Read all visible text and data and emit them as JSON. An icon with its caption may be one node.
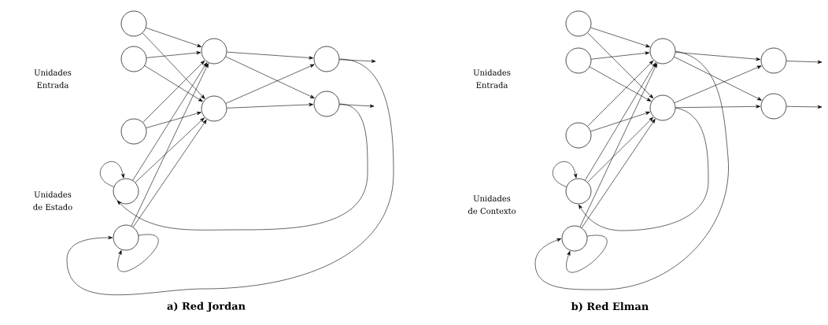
{
  "diagram": {
    "nodes": [
      {
        "text": [],
        "shape": "circle"
      },
      {
        "text": [],
        "shape": "circle"
      },
      {
        "text": [],
        "shape": "circle"
      },
      {
        "text": [],
        "shape": "circle"
      },
      {
        "text": [],
        "shape": "circle"
      },
      {
        "text": [],
        "shape": "circle"
      },
      {
        "text": [],
        "shape": "circle"
      },
      {
        "text": [],
        "shape": "circle"
      },
      {
        "text": [],
        "shape": "circle"
      },
      {
        "text": [],
        "shape": "circle"
      },
      {
        "text": [],
        "shape": "circle"
      },
      {
        "text": [],
        "shape": "circle"
      },
      {
        "text": [],
        "shape": "circle"
      },
      {
        "text": [],
        "shape": "circle"
      },
      {
        "text": [],
        "shape": "circle"
      },
      {
        "text": [],
        "shape": "circle"
      },
      {
        "text": [],
        "shape": "circle"
      },
      {
        "text": [],
        "shape": "circle"
      }
    ],
    "edges": [
      {
        "from": 0,
        "to": 5,
        "arrow": "to"
      },
      {
        "from": 0,
        "to": 6,
        "arrow": "to"
      },
      {
        "from": 1,
        "to": 5,
        "arrow": "to"
      },
      {
        "from": 1,
        "to": 6,
        "arrow": "to"
      },
      {
        "from": 2,
        "to": 5,
        "arrow": "to"
      },
      {
        "from": 2,
        "to": 6,
        "arrow": "to"
      },
      {
        "from": 3,
        "to": 5,
        "arrow": "to"
      },
      {
        "from": 3,
        "to": 6,
        "arrow": "to"
      },
      {
        "from": 4,
        "to": 5,
        "arrow": "to"
      },
      {
        "from": 4,
        "to": 6,
        "arrow": "to"
      },
      {
        "from": 5,
        "to": 7,
        "arrow": "to"
      },
      {
        "from": 5,
        "to": 8,
        "arrow": "to"
      },
      {
        "from": 6,
        "to": 7,
        "arrow": "to"
      },
      {
        "from": 6,
        "to": 8,
        "arrow": "to"
      },
      {
        "from": 7,
        "to": null,
        "arrow": "to"
      },
      {
        "from": 8,
        "to": null,
        "arrow": "to"
      },
      {
        "from": 3,
        "to": 3,
        "arrow": "to"
      },
      {
        "from": 4,
        "to": 4,
        "arrow": "to"
      },
      {
        "from": 7,
        "to": 4,
        "arrow": "to"
      },
      {
        "from": 8,
        "to": 3,
        "arrow": "to"
      },
      {
        "from": 9,
        "to": 14,
        "arrow": "to"
      },
      {
        "from": 9,
        "to": 15,
        "arrow": "to"
      },
      {
        "from": 10,
        "to": 14,
        "arrow": "to"
      },
      {
        "from": 10,
        "to": 15,
        "arrow": "to"
      },
      {
        "from": 11,
        "to": 14,
        "arrow": "to"
      },
      {
        "from": 11,
        "to": 15,
        "arrow": "to"
      },
      {
        "from": 12,
        "to": 14,
        "arrow": "to"
      },
      {
        "from": 12,
        "to": 15,
        "arrow": "to"
      },
      {
        "from": 13,
        "to": 14,
        "arrow": "to"
      },
      {
        "from": 13,
        "to": 15,
        "arrow": "to"
      },
      {
        "from": 14,
        "to": 16,
        "arrow": "to"
      },
      {
        "from": 14,
        "to": 17,
        "arrow": "to"
      },
      {
        "from": 15,
        "to": 16,
        "arrow": "to"
      },
      {
        "from": 15,
        "to": 17,
        "arrow": "to"
      },
      {
        "from": 16,
        "to": null,
        "arrow": "to"
      },
      {
        "from": 17,
        "to": null,
        "arrow": "to"
      },
      {
        "from": 12,
        "to": 12,
        "arrow": "to"
      },
      {
        "from": 13,
        "to": 13,
        "arrow": "to"
      },
      {
        "from": 14,
        "to": 13,
        "arrow": "to"
      },
      {
        "from": 15,
        "to": 12,
        "arrow": "to"
      }
    ],
    "labels": [
      "Unidades Entrada",
      "Unidades de Estado",
      "a) Red Jordan",
      "Unidades Entrada",
      "Unidades de Contexto",
      "b) Red Elman"
    ]
  }
}
